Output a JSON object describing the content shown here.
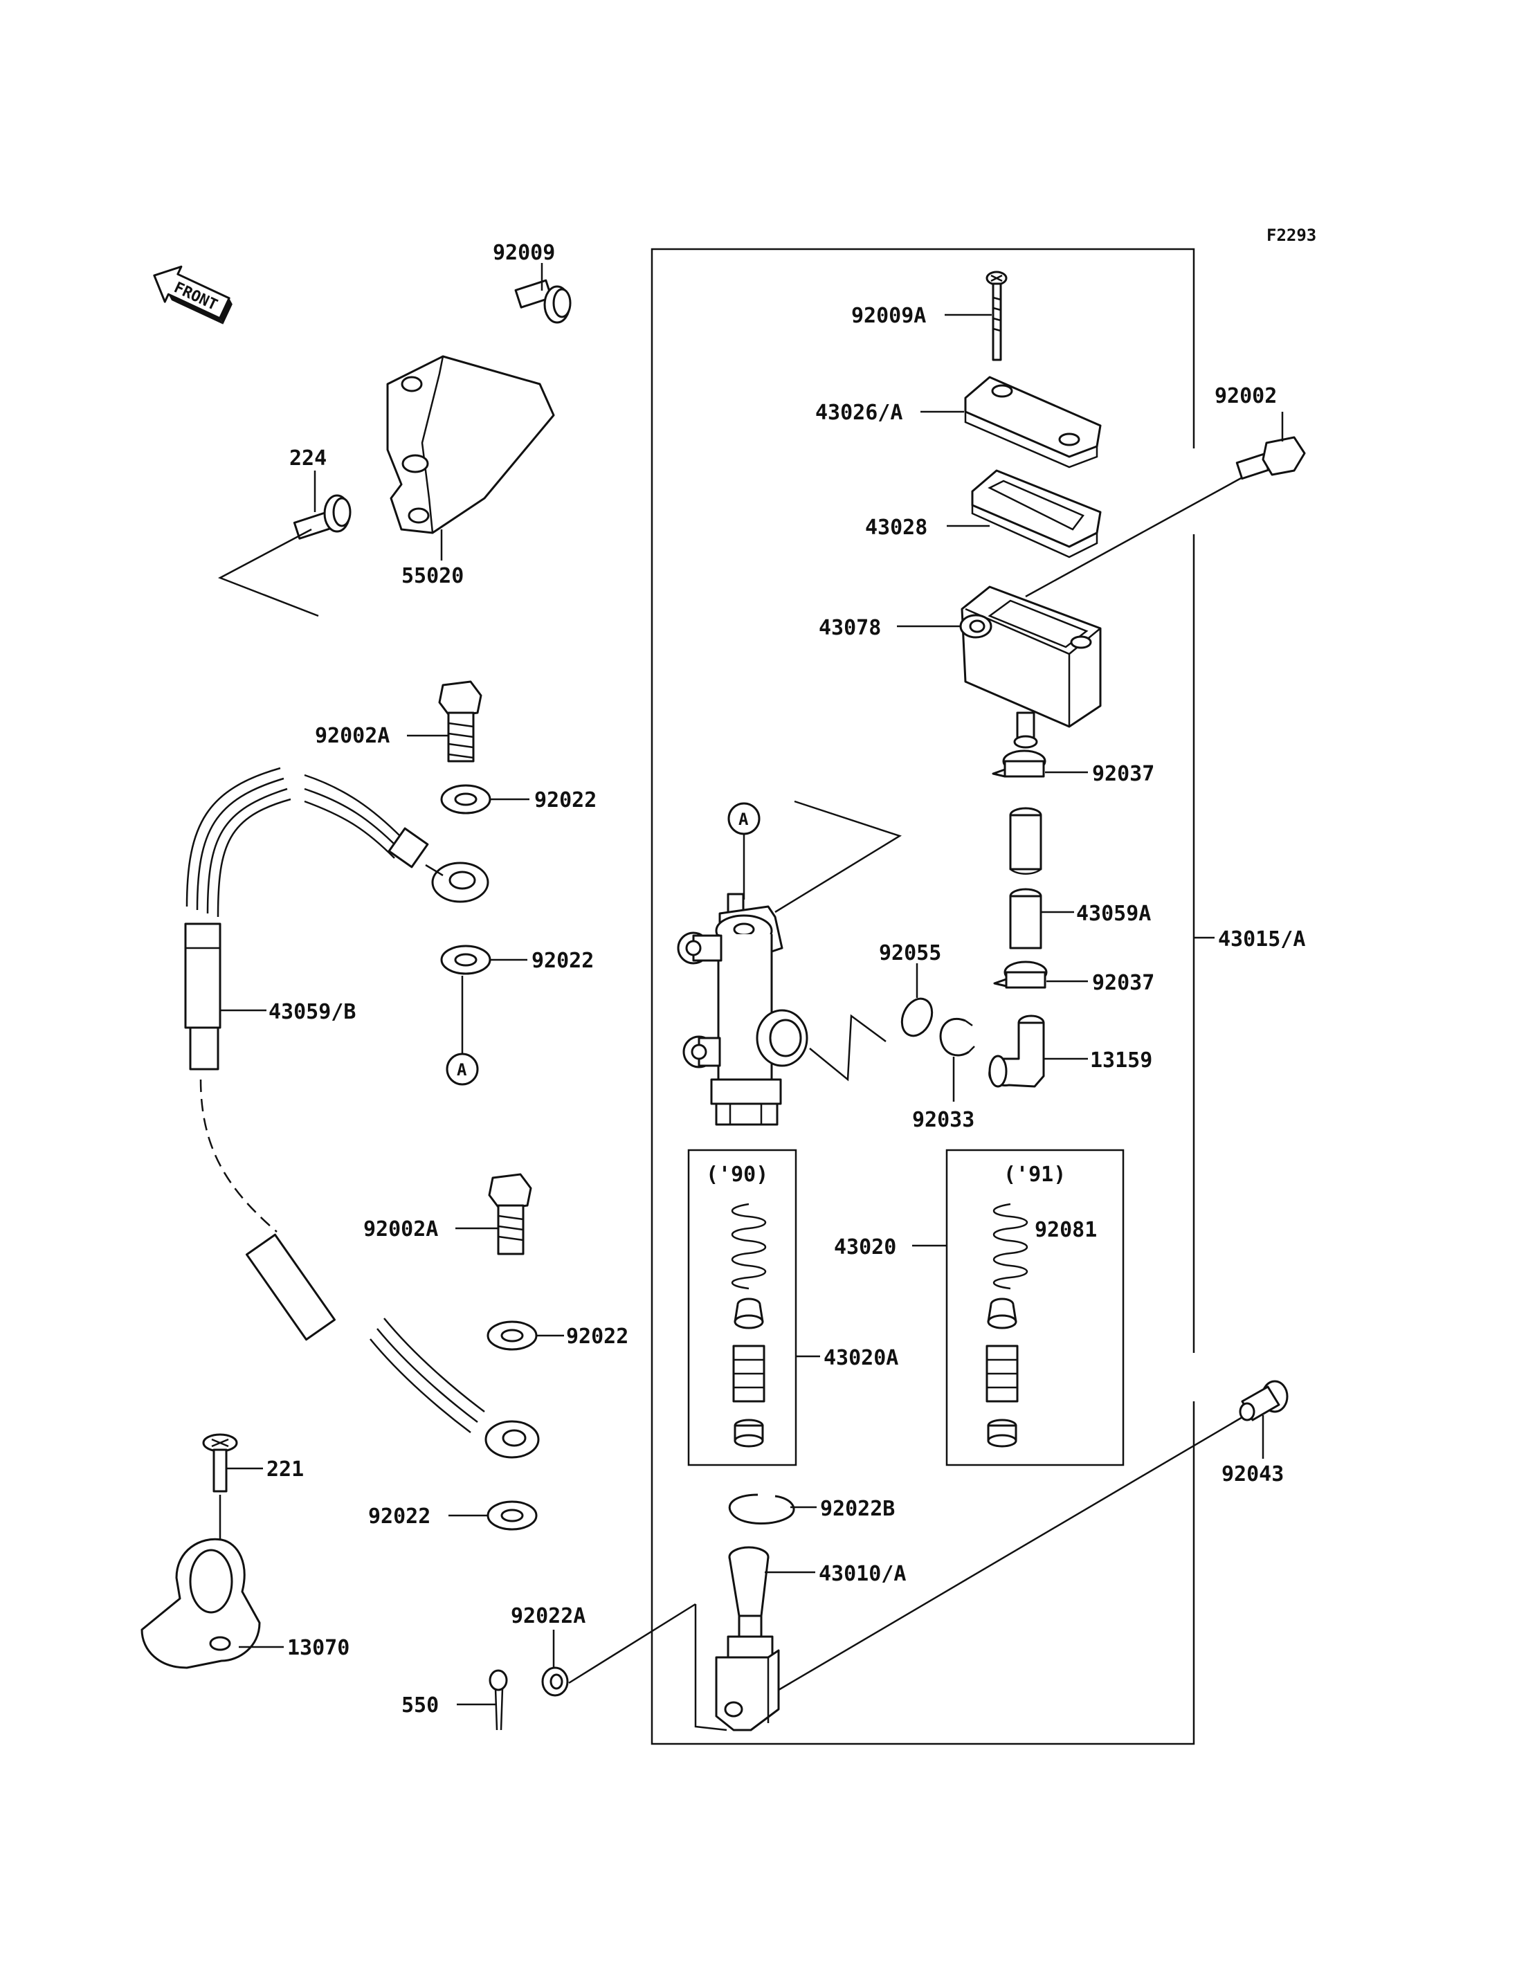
{
  "diagram": {
    "figure_code": "F2293",
    "front_label": "FRONT",
    "circle_marker": "A",
    "variant_labels": {
      "y90": "('90)",
      "y91": "('91)"
    },
    "parts": {
      "p92009": "92009",
      "p224": "224",
      "p55020": "55020",
      "p92002A_top": "92002A",
      "p92022_1": "92022",
      "p92022_2": "92022",
      "p43059B": "43059/B",
      "p92002A_mid": "92002A",
      "p92022_3": "92022",
      "p221": "221",
      "p13070": "13070",
      "p92022_4": "92022",
      "p92022A": "92022A",
      "p550": "550",
      "p92009A": "92009A",
      "p43026A": "43026/A",
      "p43028": "43028",
      "p43078": "43078",
      "p92002": "92002",
      "p92037_1": "92037",
      "p43059A": "43059A",
      "p43015A": "43015/A",
      "p92037_2": "92037",
      "p92055": "92055",
      "p13159": "13159",
      "p92033": "92033",
      "p43020": "43020",
      "p92081": "92081",
      "p43020A": "43020A",
      "p92043": "92043",
      "p92022B": "92022B",
      "p43010A": "43010/A"
    }
  }
}
